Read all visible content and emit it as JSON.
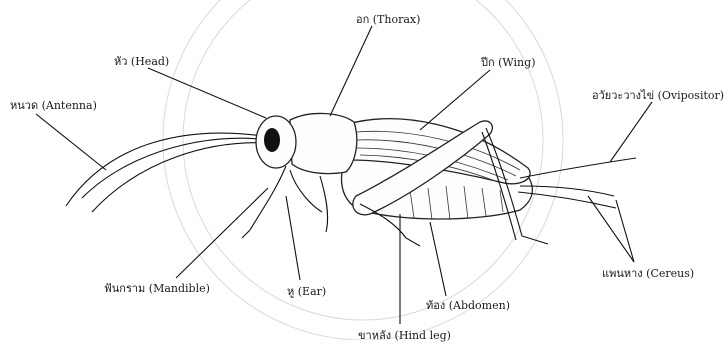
{
  "labels": {
    "thorax": "อก (Thorax)",
    "head": "หัว (Head)",
    "wing": "ปีก (Wing)",
    "ovipositor": "อวัยวะวางไข่ (Ovipositor)",
    "antenna": "หนวด (Antenna)",
    "mandible": "ฟันกราม (Mandible)",
    "ear": "หู (Ear)",
    "cereus": "แพนหาง (Cereus)",
    "abdomen": "ท้อง (Abdomen)",
    "hind_leg": "ขาหลัง (Hind leg)"
  },
  "colors": {
    "ink": "#111111",
    "watermark": "#d9d9d9",
    "background": "#ffffff"
  }
}
